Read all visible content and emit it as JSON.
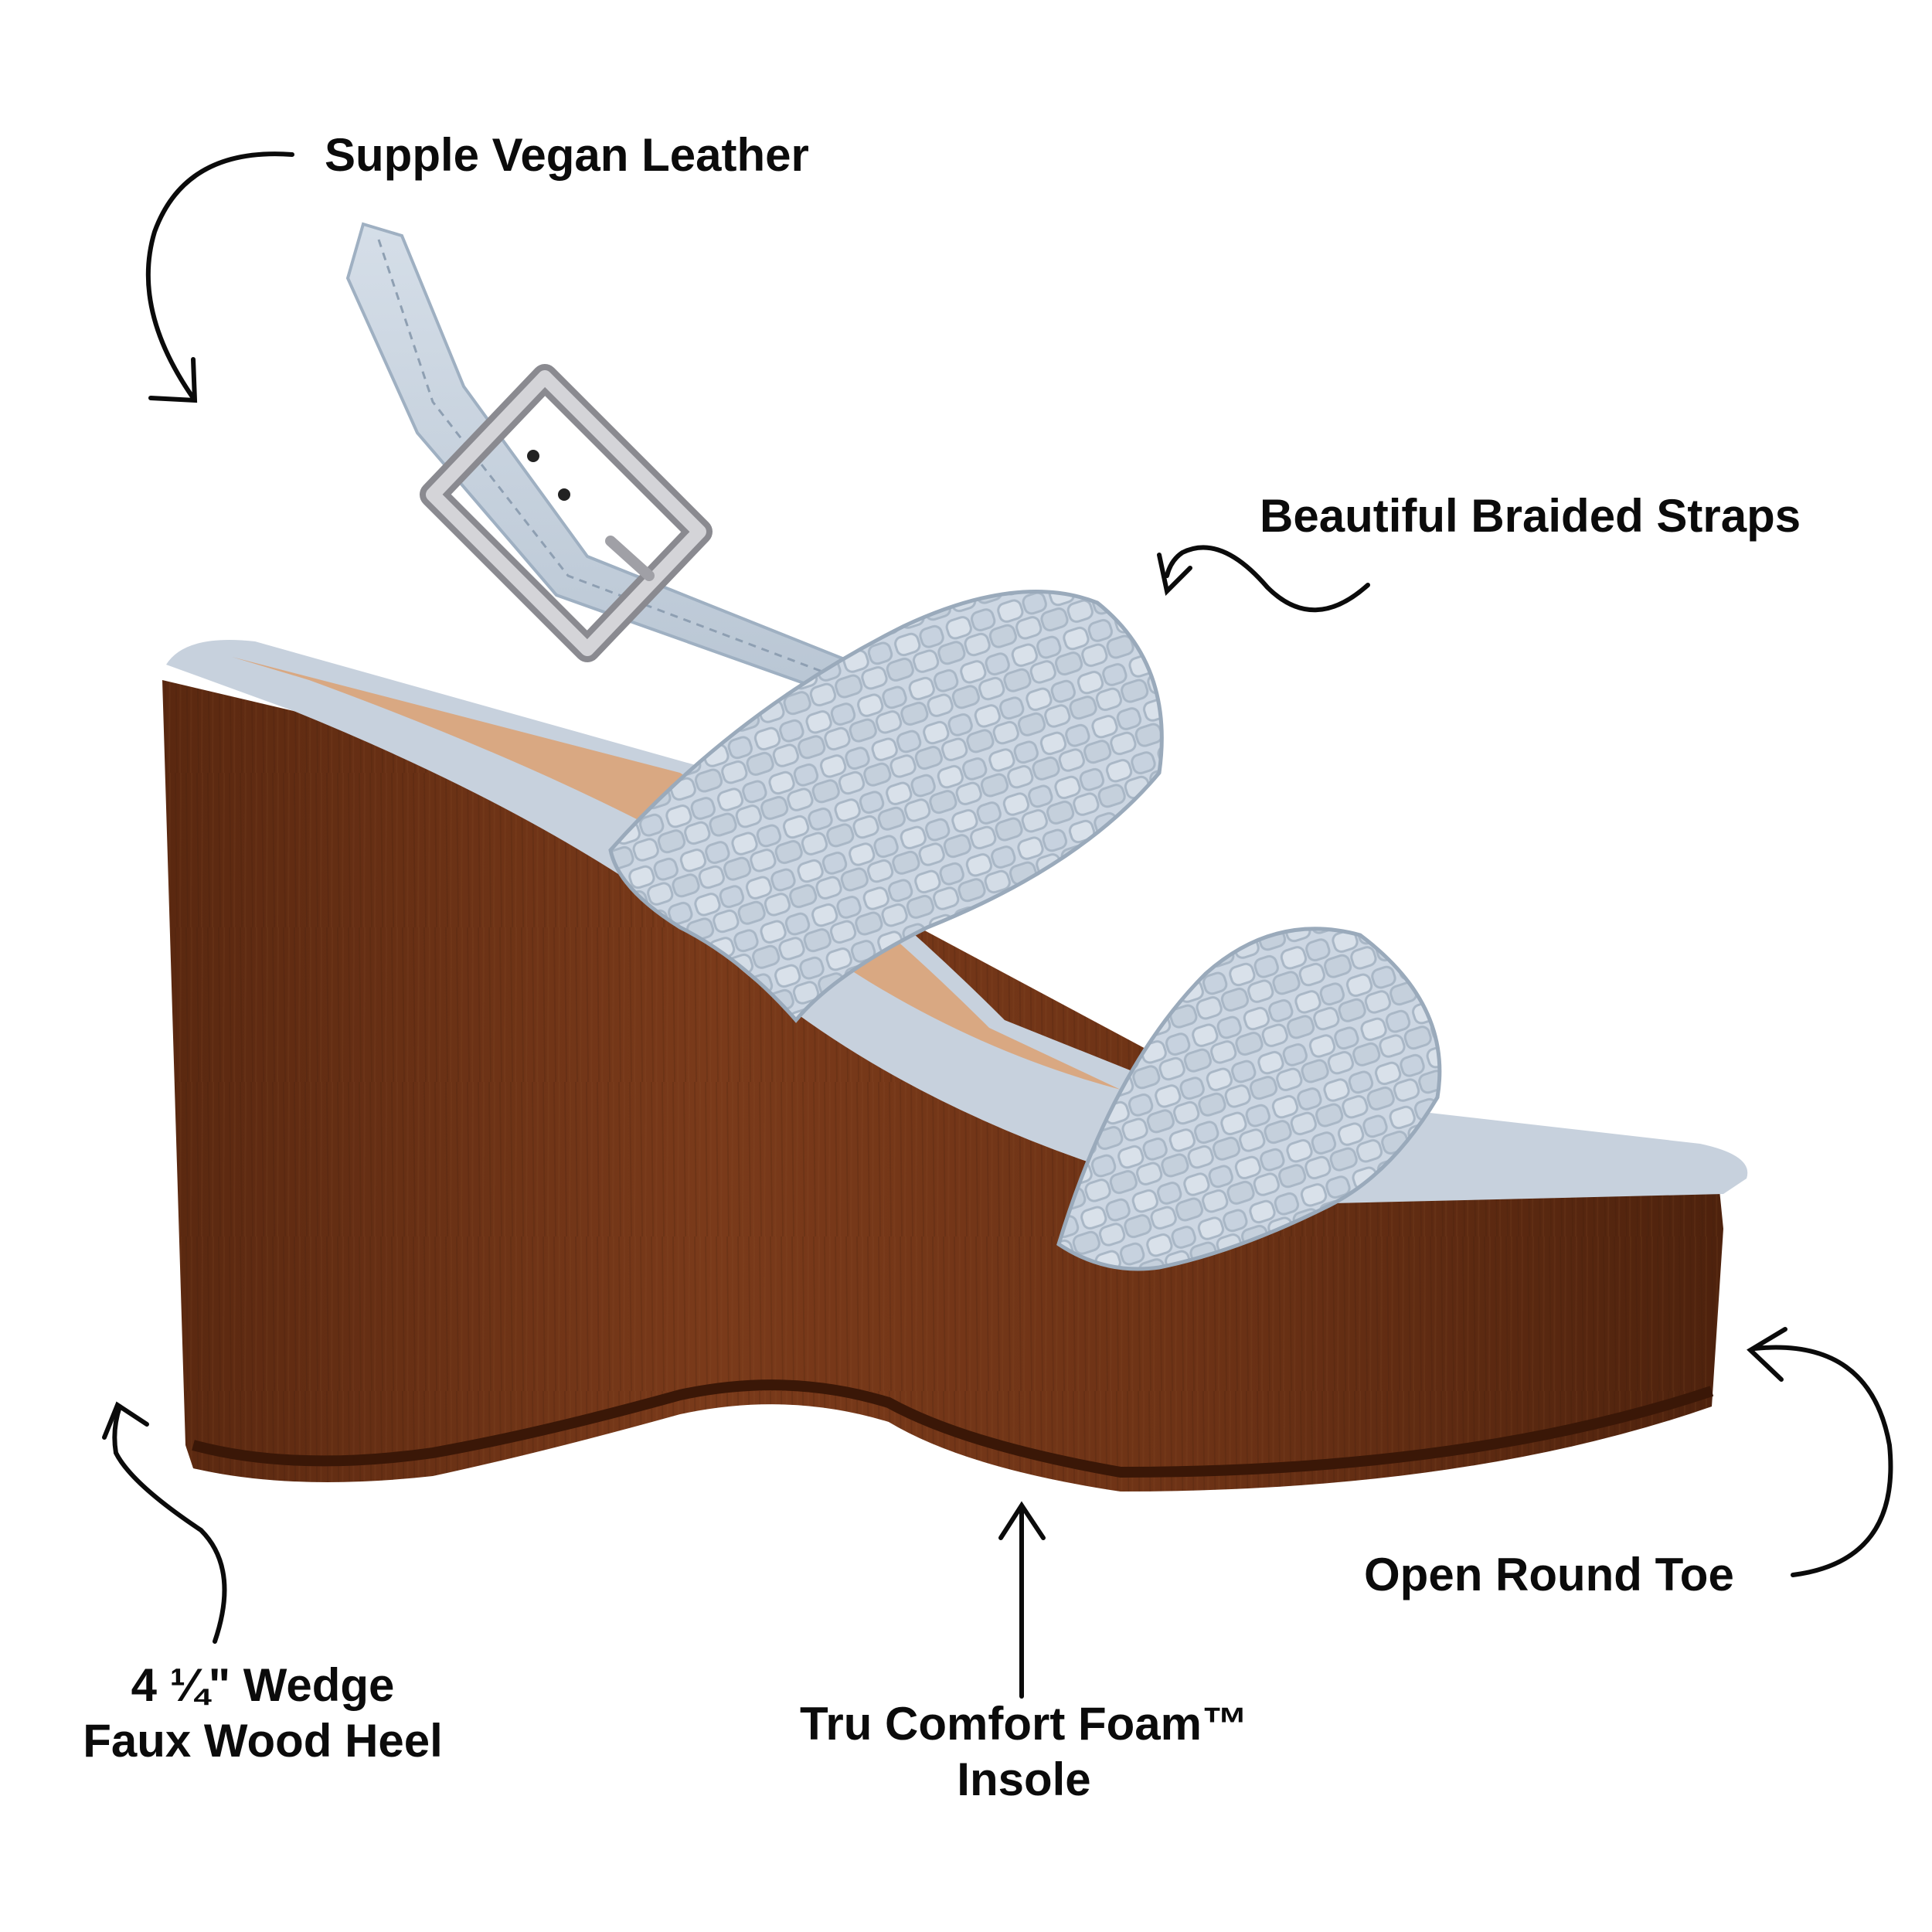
{
  "callouts": {
    "leather": "Supple Vegan Leather",
    "straps": "Beautiful Braided Straps",
    "toe": "Open Round Toe",
    "heel_line1": "4 ¼\" Wedge",
    "heel_line2": "Faux Wood Heel",
    "insole_line1": "Tru Comfort Foam™",
    "insole_line2": "Insole"
  },
  "colors": {
    "strap": "#c9d4e0",
    "strap_shade": "#aebccb",
    "wood": "#6b3216",
    "wood_dark": "#4a200c",
    "insole": "#d9a882",
    "buckle": "#b8b8bc",
    "ink": "#0b0b0b"
  }
}
